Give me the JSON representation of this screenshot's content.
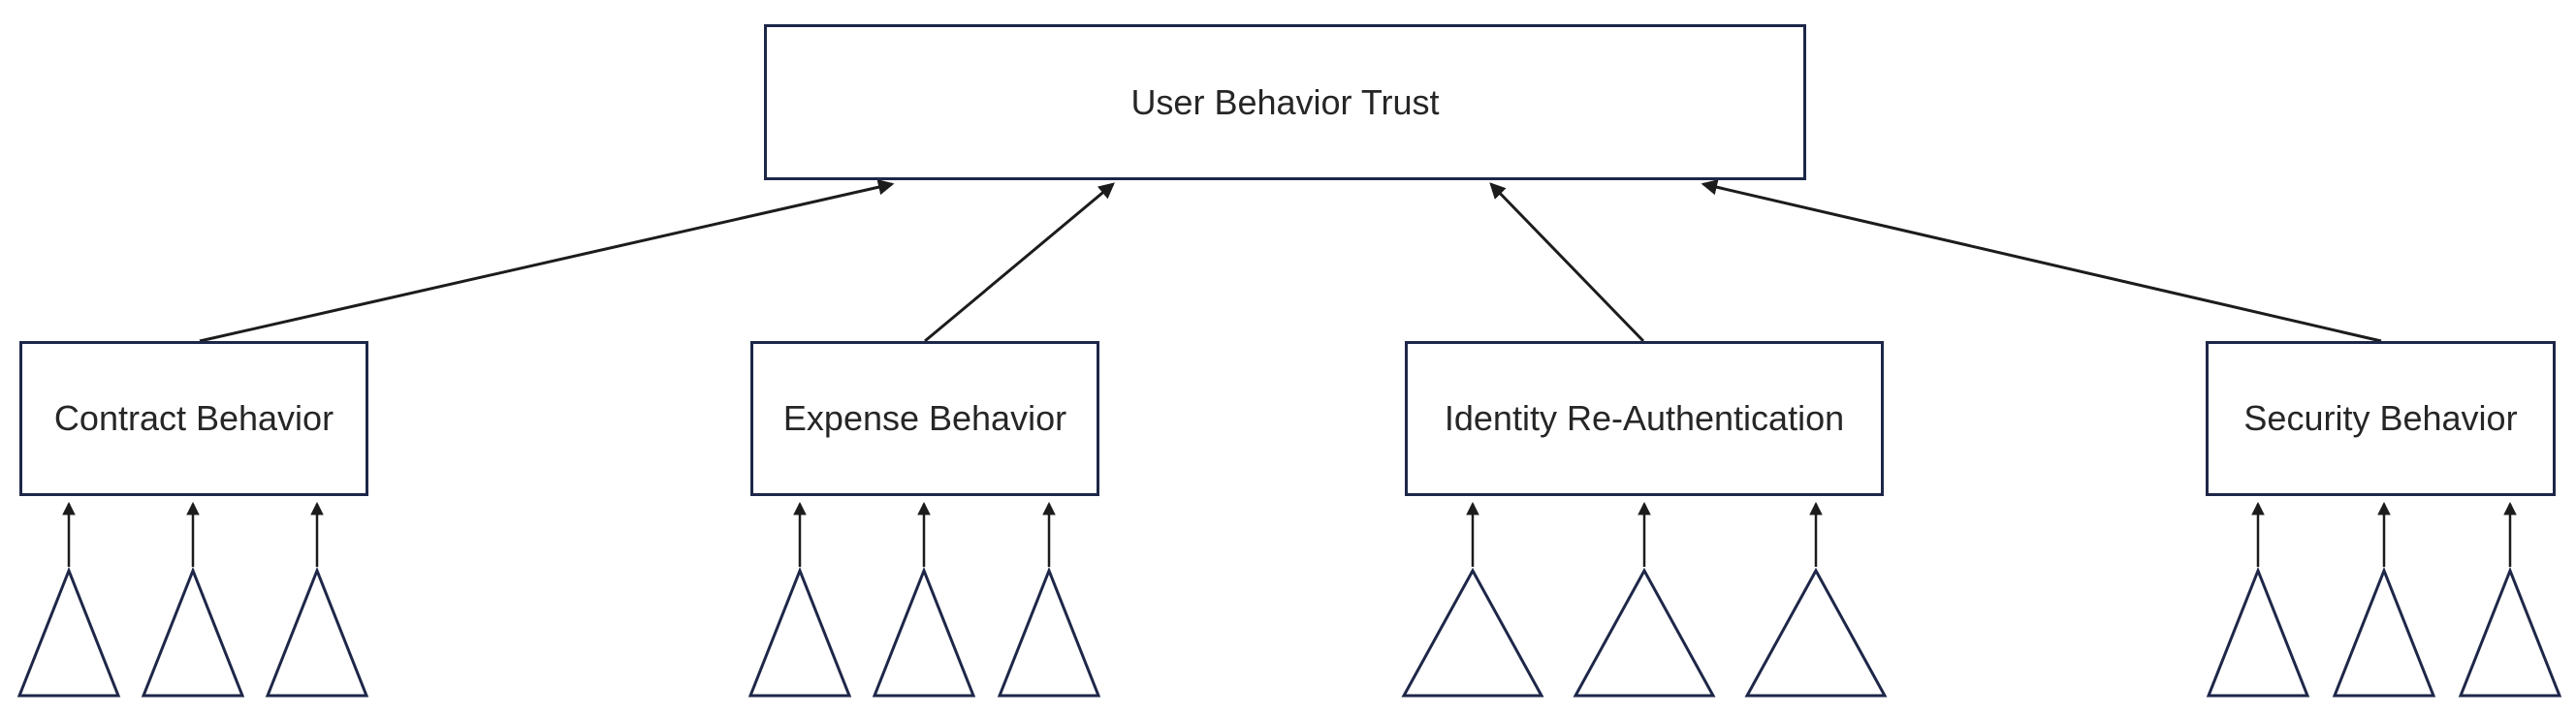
{
  "diagram": {
    "root": {
      "label": "User Behavior Trust"
    },
    "children": [
      {
        "label": "Contract Behavior",
        "input_count": 3
      },
      {
        "label": "Expense Behavior",
        "input_count": 3
      },
      {
        "label": "Identity Re-Authentication",
        "input_count": 3
      },
      {
        "label": "Security Behavior",
        "input_count": 3
      }
    ],
    "edges": [
      {
        "from": "Contract Behavior",
        "to": "User Behavior Trust"
      },
      {
        "from": "Expense Behavior",
        "to": "User Behavior Trust"
      },
      {
        "from": "Identity Re-Authentication",
        "to": "User Behavior Trust"
      },
      {
        "from": "Security Behavior",
        "to": "User Behavior Trust"
      }
    ],
    "colors": {
      "box_border": "#1e2748",
      "arrow": "#1c1c1c",
      "text": "#262626",
      "background": "#ffffff"
    }
  }
}
